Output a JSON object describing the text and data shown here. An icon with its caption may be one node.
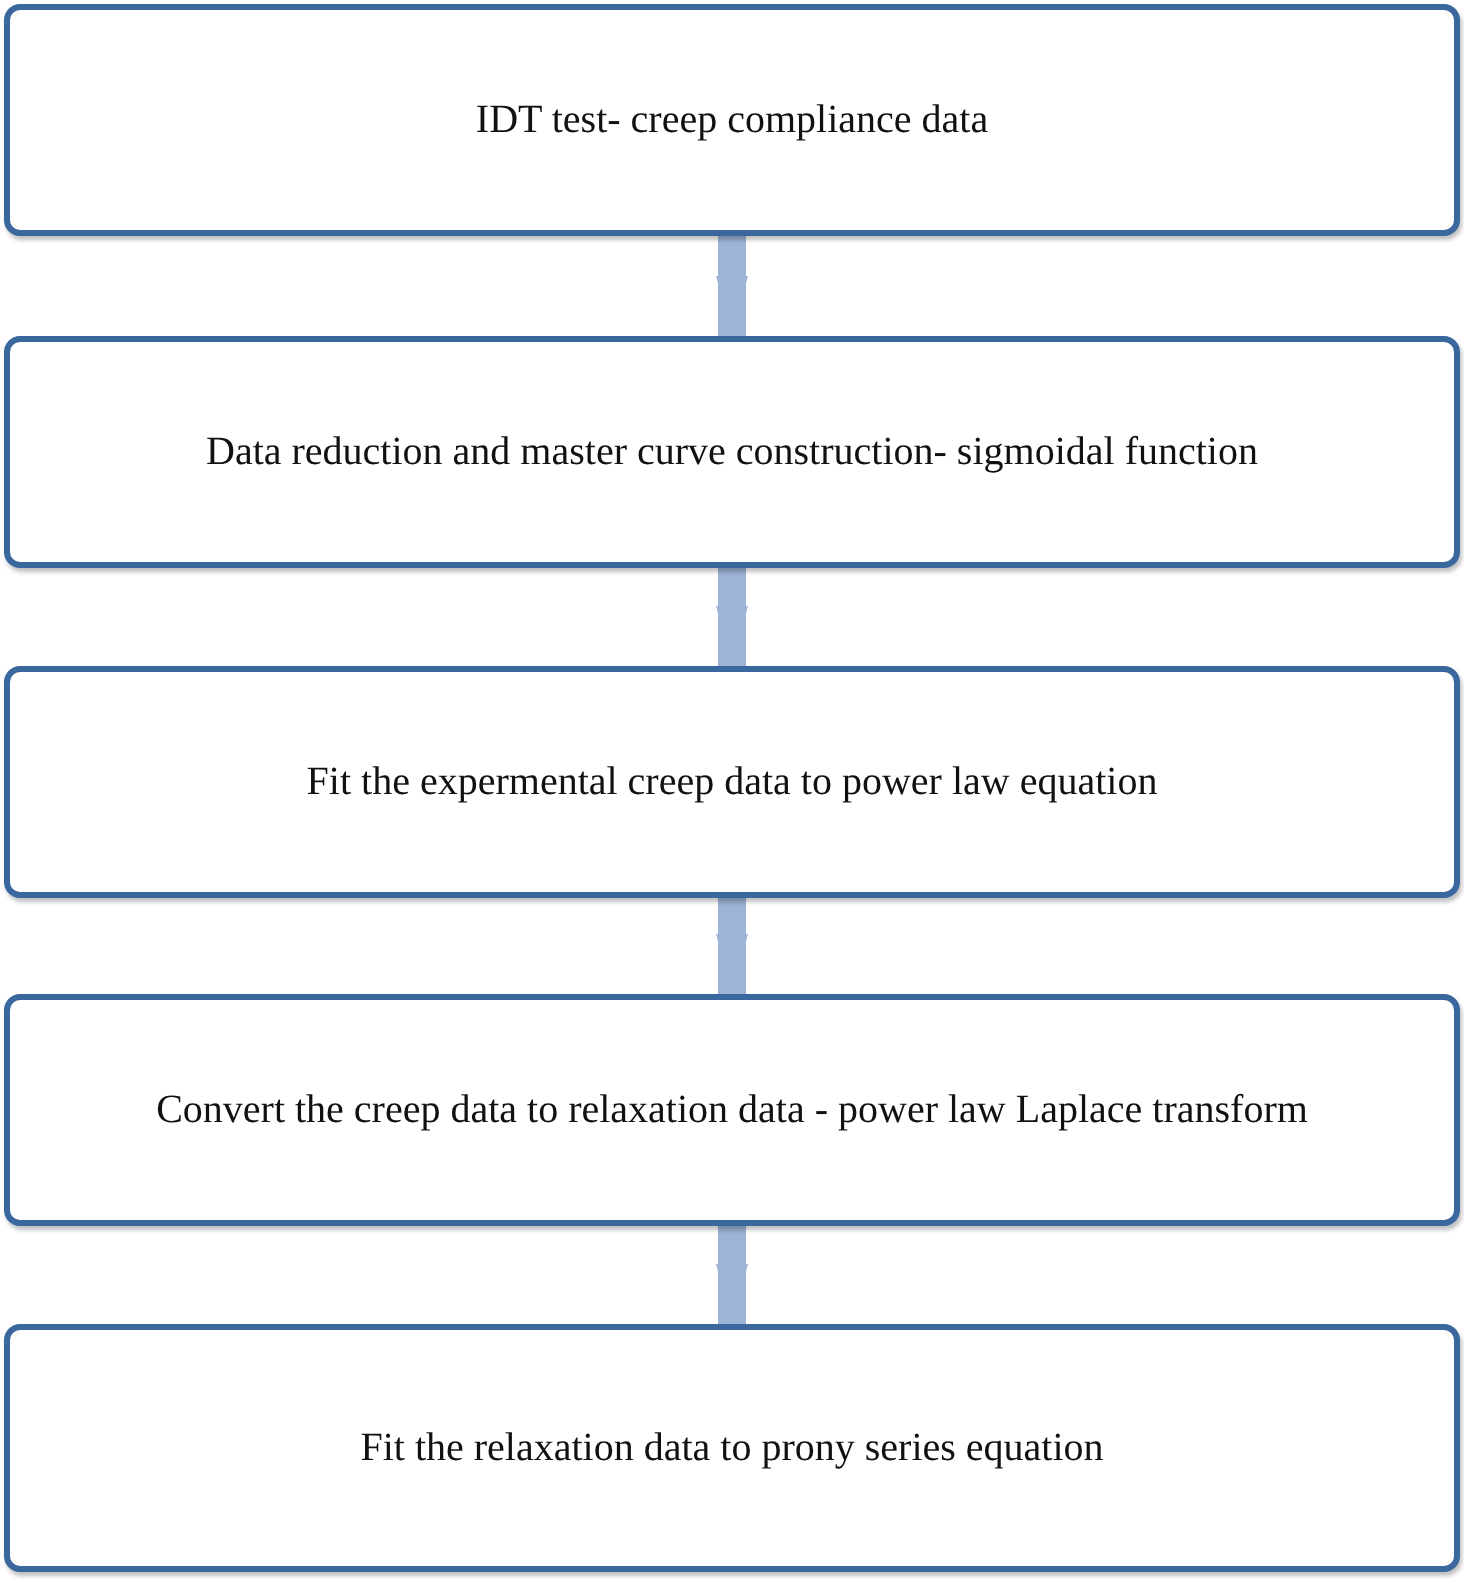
{
  "diagram": {
    "nodes": [
      {
        "text": [
          "IDT test- creep compliance data"
        ]
      },
      {
        "text": [
          "Data reduction and master curve construction- sigmoidal function"
        ]
      },
      {
        "text": [
          "Fit the expermental creep data to power law equation"
        ]
      },
      {
        "text": [
          "Convert the creep data to relaxation data - power law Laplace transform"
        ]
      },
      {
        "text": [
          "Fit the relaxation data to prony series equation"
        ]
      }
    ],
    "edges": [
      {
        "from": 0,
        "to": 1,
        "arrow": "to"
      },
      {
        "from": 1,
        "to": 2,
        "arrow": "to"
      },
      {
        "from": 2,
        "to": 3,
        "arrow": "to"
      },
      {
        "from": 3,
        "to": 4,
        "arrow": "to"
      }
    ]
  }
}
